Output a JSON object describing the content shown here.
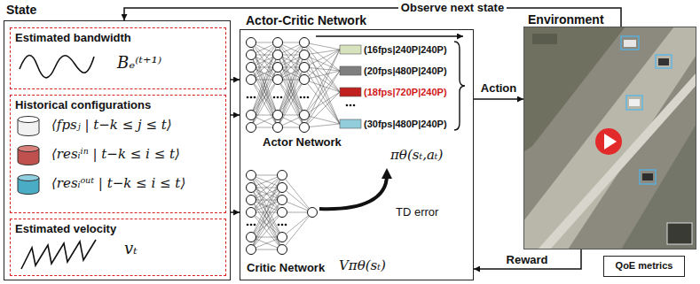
{
  "diagram": {
    "nodes": [
      {
        "text": [
          "State"
        ]
      },
      {
        "text": [
          "Estimated bandwidth",
          "Bₑ⁽ᵗ⁺¹⁾"
        ],
        "in": 0
      },
      {
        "text": [
          "Historical configurations",
          "⟨fpsⱼ | t−k ≤ j ≤ t⟩",
          "⟨resᵢⁱⁿ | t−k ≤ i ≤ t⟩",
          "⟨resᵢᵒᵘᵗ | t−k ≤ i ≤ t⟩"
        ],
        "in": 0
      },
      {
        "text": [
          "Estimated velocity",
          "vₜ"
        ],
        "in": 0
      },
      {
        "text": [
          "Actor-Critic Network"
        ]
      },
      {
        "text": [
          "Environment"
        ]
      },
      {
        "text": [
          "QoE metrics"
        ]
      }
    ],
    "edges": [
      {
        "from": 5,
        "to": 0,
        "arrow": "to",
        "label": "Observe next state"
      },
      {
        "from": 0,
        "to": 4,
        "arrow": "to"
      },
      {
        "from": 0,
        "to": 4,
        "arrow": "to"
      },
      {
        "from": 0,
        "to": 4,
        "arrow": "to"
      },
      {
        "from": 4,
        "to": 5,
        "arrow": "to",
        "label": "Action"
      },
      {
        "from": 5,
        "to": 4,
        "arrow": "to",
        "label": "Reward"
      }
    ],
    "labels": [
      "(16fps|240P|240P)",
      "(20fps|480P|240P)",
      "(18fps|720P|240P)",
      "(30fps|480P|240P)",
      "Actor Network",
      "πθ(sₜ,aₜ)",
      "TD error",
      "Critic Network",
      "Vπθ(sₜ)"
    ]
  }
}
